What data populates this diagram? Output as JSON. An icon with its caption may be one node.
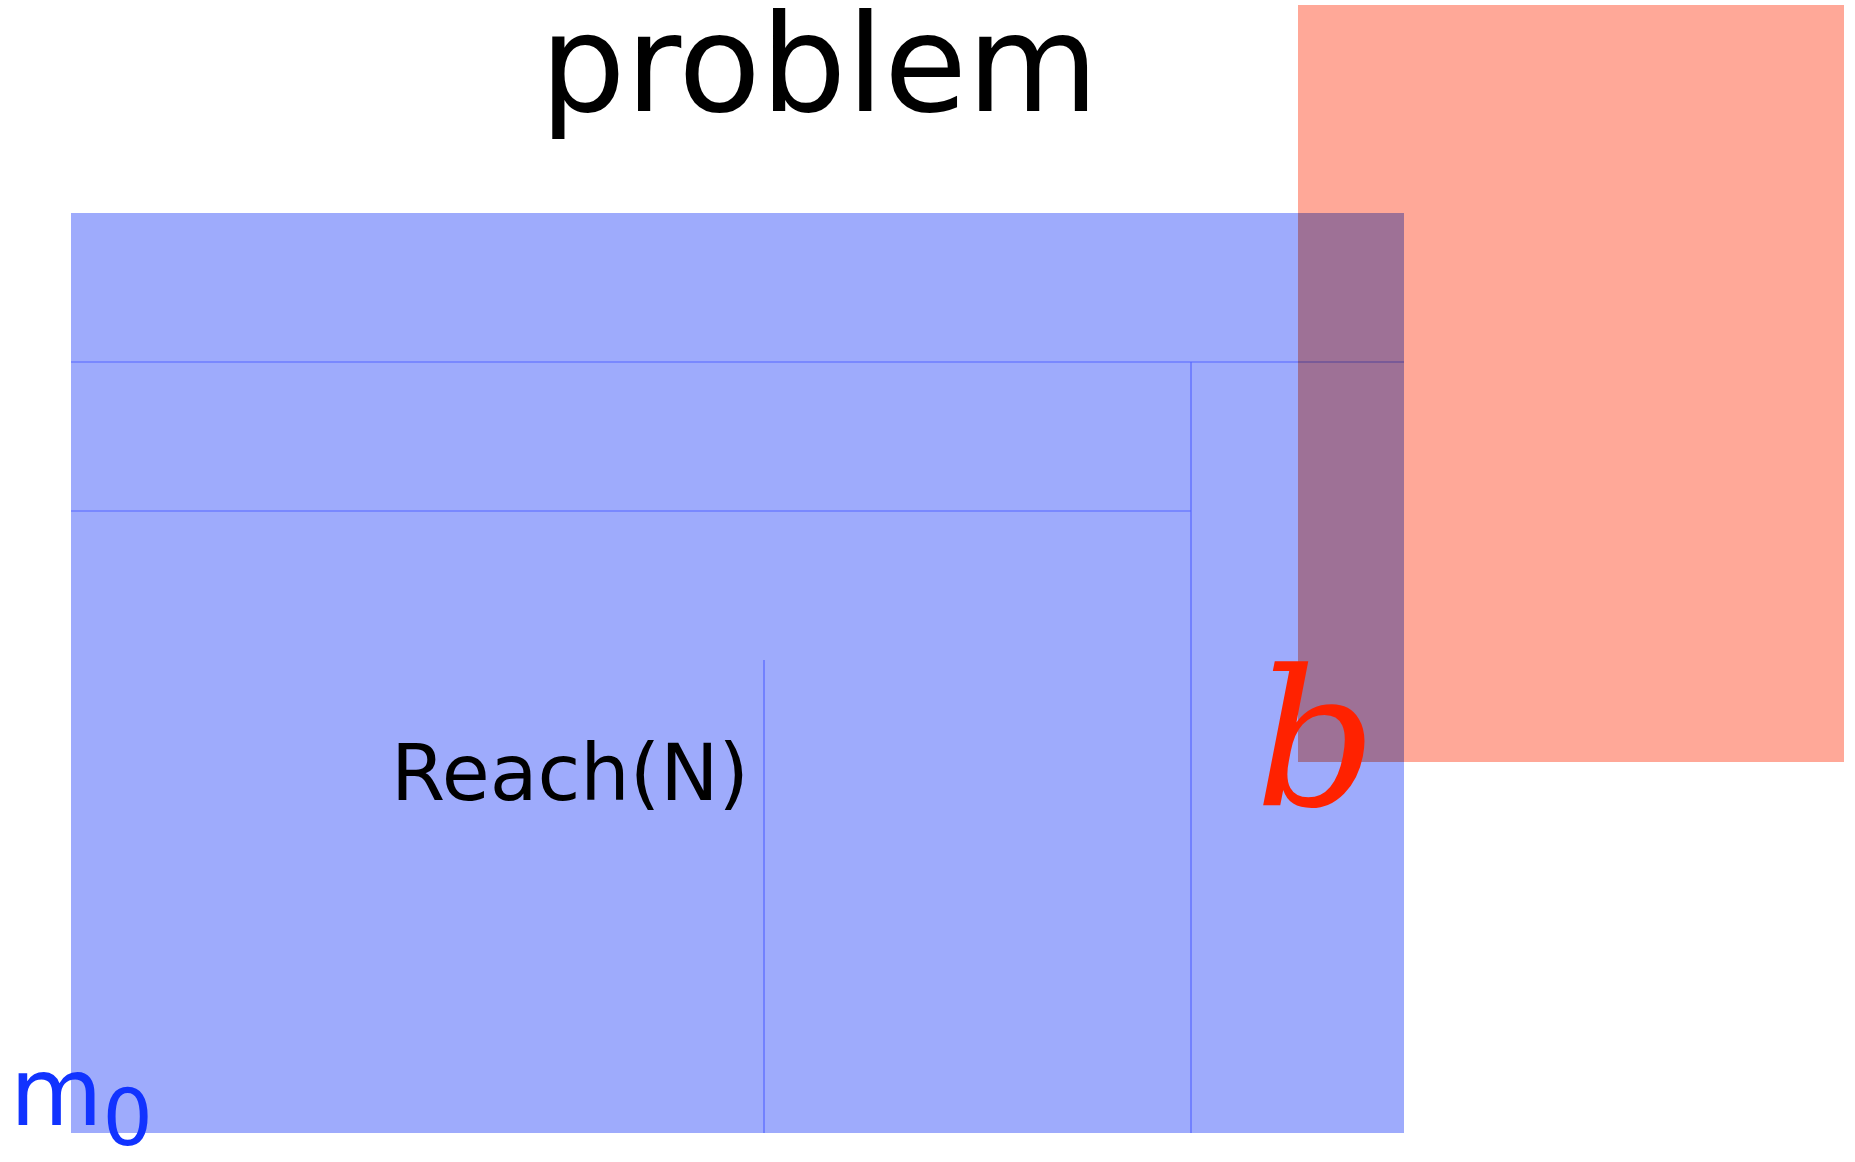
{
  "diagram": {
    "title": "problem",
    "nodes": [
      {
        "text": [
          "Reach(N)"
        ]
      },
      {
        "text": [],
        "shape": "box"
      }
    ],
    "labels": [
      "b",
      "m$_{0}$"
    ]
  }
}
